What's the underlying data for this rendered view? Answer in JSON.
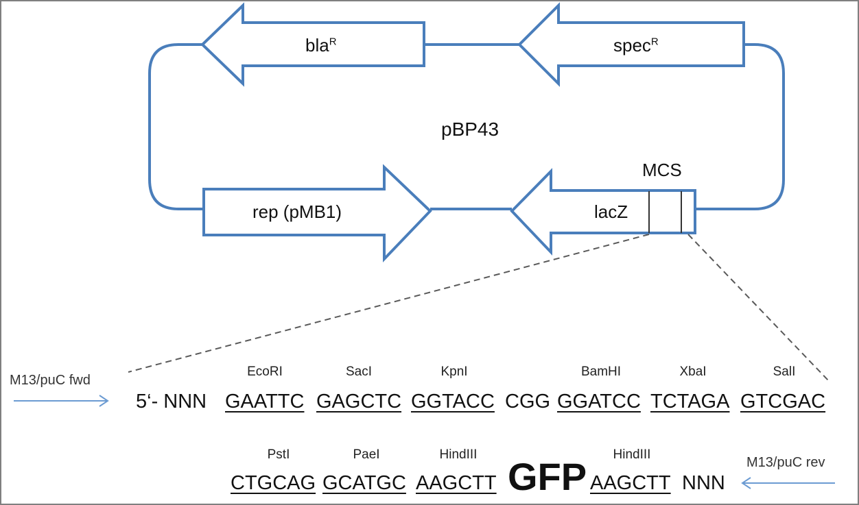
{
  "plasmid": {
    "name": "pBP43",
    "genes": {
      "bla": {
        "name": "bla",
        "sup": "R"
      },
      "spec": {
        "name": "spec",
        "sup": "R"
      },
      "rep": {
        "name": "rep (pMB1)"
      },
      "lacz": {
        "name": "lacZ"
      }
    },
    "mcs_label": "MCS"
  },
  "colors": {
    "outline": "#4a7ebb",
    "dashed": "#595959",
    "primer_arrow": "#6b9bd2",
    "border": "#7f7f7f"
  },
  "primers": {
    "fwd": "M13/puC fwd",
    "rev": "M13/puC rev"
  },
  "sequence": {
    "line1_prefix": "5‘- NNN",
    "line1_sites": [
      {
        "enzyme": "EcoRI",
        "seq": "GAATTC"
      },
      {
        "enzyme": "SacI",
        "seq": "GAGCTC"
      },
      {
        "enzyme": "KpnI",
        "seq": "GGTACC"
      },
      {
        "enzyme": "",
        "seq": "CGG"
      },
      {
        "enzyme": "BamHI",
        "seq": "GGATCC"
      },
      {
        "enzyme": "XbaI",
        "seq": "TCTAGA"
      },
      {
        "enzyme": "SalI",
        "seq": "GTCGAC"
      }
    ],
    "line2_sites": [
      {
        "enzyme": "PstI",
        "seq": "CTGCAG"
      },
      {
        "enzyme": "PaeI",
        "seq": "GCATGC"
      },
      {
        "enzyme": "HindIII",
        "seq": "AAGCTT"
      }
    ],
    "insert": "GFP",
    "line2_site_after": {
      "enzyme": "HindIII",
      "seq": "AAGCTT"
    },
    "line2_suffix": "NNN"
  }
}
